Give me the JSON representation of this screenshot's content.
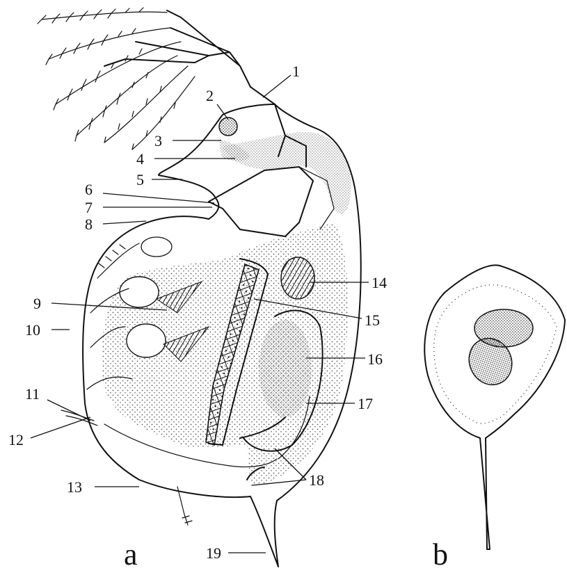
{
  "figure": {
    "panel_labels": {
      "a": "a",
      "b": "b"
    },
    "labels": [
      "1",
      "2",
      "3",
      "4",
      "5",
      "6",
      "7",
      "8",
      "9",
      "10",
      "11",
      "12",
      "13",
      "14",
      "15",
      "16",
      "17",
      "18",
      "19"
    ]
  },
  "colors": {
    "ink": "#111111",
    "background": "#ffffff"
  }
}
